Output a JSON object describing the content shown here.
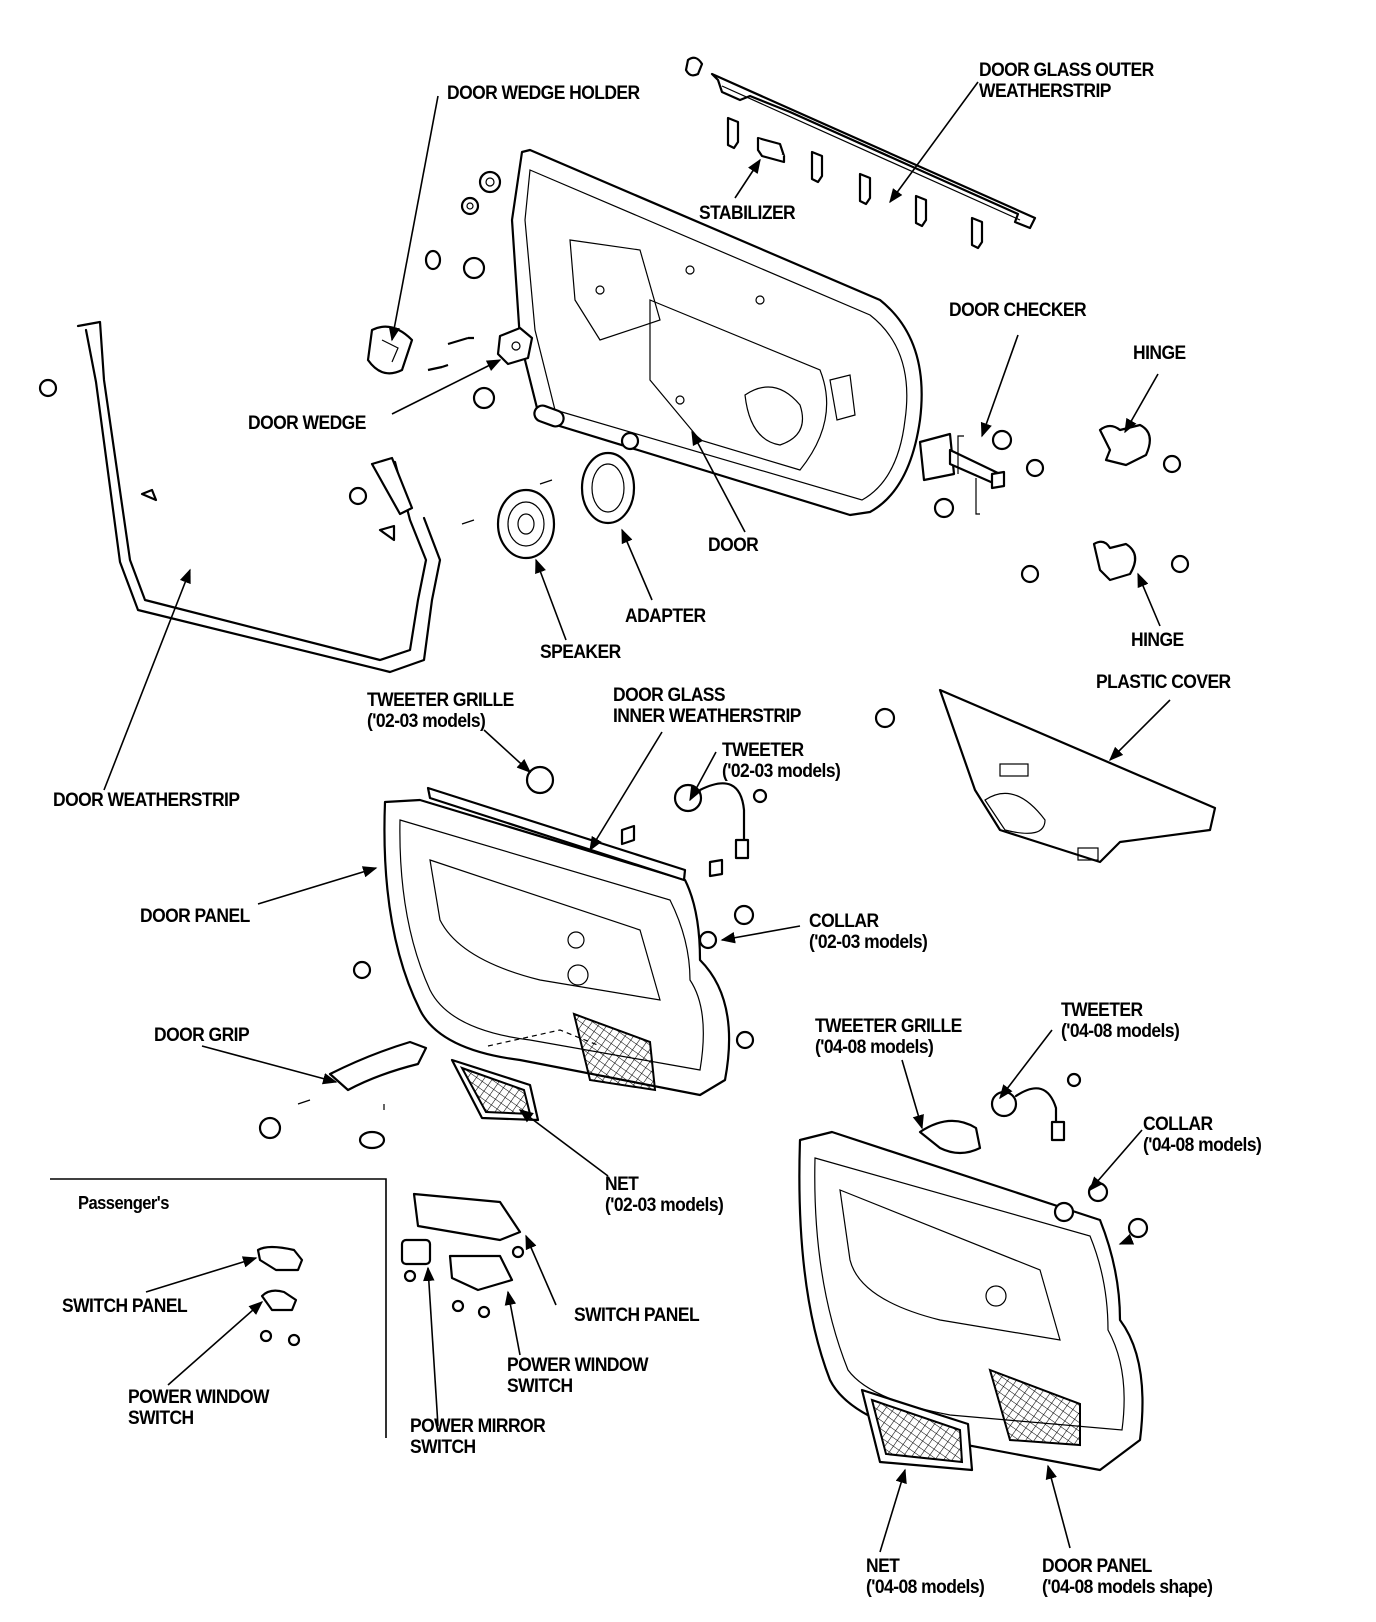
{
  "diagram": {
    "title": "Door exploded view",
    "labels": {
      "door_wedge_holder": [
        "DOOR WEDGE HOLDER"
      ],
      "door_glass_outer_weatherstrip": [
        "DOOR GLASS OUTER",
        "WEATHERSTRIP"
      ],
      "stabilizer": [
        "STABILIZER"
      ],
      "door_checker": [
        "DOOR CHECKER"
      ],
      "hinge_upper": [
        "HINGE"
      ],
      "door_wedge": [
        "DOOR WEDGE"
      ],
      "door": [
        "DOOR"
      ],
      "adapter": [
        "ADAPTER"
      ],
      "speaker": [
        "SPEAKER"
      ],
      "hinge_lower": [
        "HINGE"
      ],
      "tweeter_grille_0203": [
        "TWEETER GRILLE",
        "('02-03 models)"
      ],
      "door_glass_inner_weatherstrip": [
        "DOOR GLASS",
        "INNER WEATHERSTRIP"
      ],
      "tweeter_0203": [
        "TWEETER",
        "('02-03 models)"
      ],
      "plastic_cover": [
        "PLASTIC COVER"
      ],
      "door_weatherstrip": [
        "DOOR WEATHERSTRIP"
      ],
      "door_panel": [
        "DOOR PANEL"
      ],
      "collar_0203": [
        "COLLAR",
        "('02-03 models)"
      ],
      "door_grip": [
        "DOOR GRIP"
      ],
      "tweeter_grille_0408": [
        "TWEETER GRILLE",
        "('04-08 models)"
      ],
      "tweeter_0408": [
        "TWEETER",
        "('04-08 models)"
      ],
      "net_0203": [
        "NET",
        "('02-03 models)"
      ],
      "collar_0408": [
        "COLLAR",
        "('04-08 models)"
      ],
      "passengers": [
        "Passenger's"
      ],
      "switch_panel_passenger": [
        "SWITCH PANEL"
      ],
      "power_window_switch_passenger": [
        "POWER WINDOW",
        "SWITCH"
      ],
      "switch_panel_driver": [
        "SWITCH PANEL"
      ],
      "power_window_switch_driver": [
        "POWER WINDOW",
        "SWITCH"
      ],
      "power_mirror_switch": [
        "POWER MIRROR",
        "SWITCH"
      ],
      "net_0408": [
        "NET",
        "('04-08 models)"
      ],
      "door_panel_0408": [
        "DOOR PANEL",
        "('04-08 models shape)"
      ]
    }
  }
}
